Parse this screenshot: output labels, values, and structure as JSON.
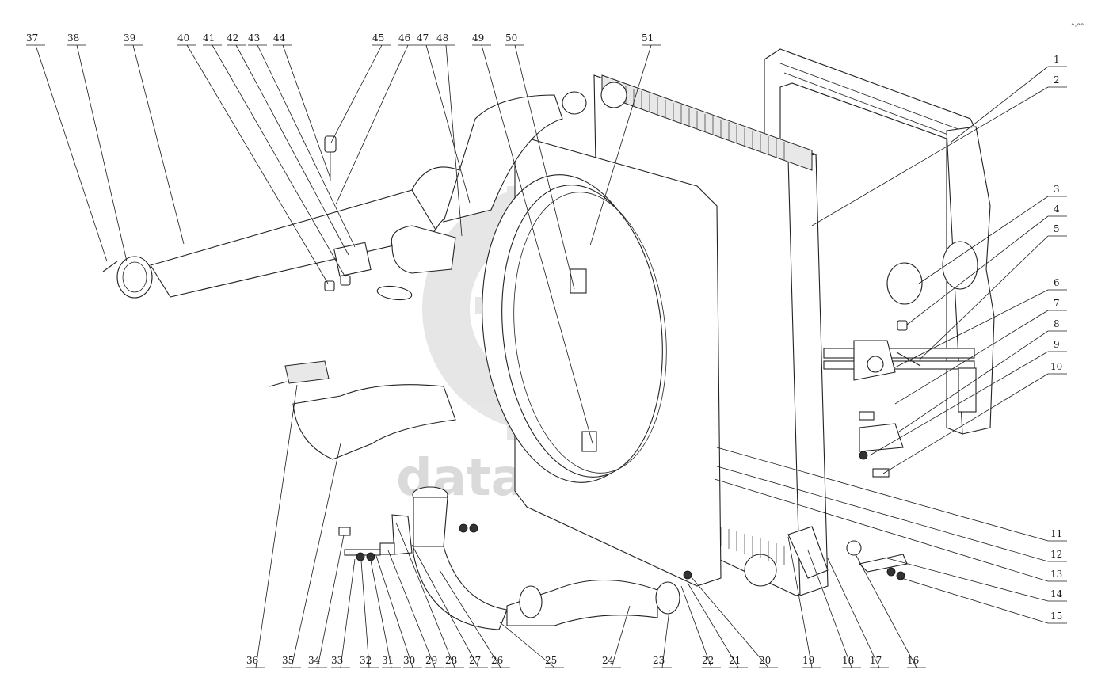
{
  "watermark": {
    "text": "data-parts",
    "color": "#c8c8c8"
  },
  "corner_mark": "°·°°",
  "callouts": [
    "1",
    "2",
    "3",
    "4",
    "5",
    "6",
    "7",
    "8",
    "9",
    "10",
    "11",
    "12",
    "13",
    "14",
    "15",
    "16",
    "17",
    "18",
    "19",
    "20",
    "21",
    "22",
    "23",
    "24",
    "25",
    "26",
    "27",
    "28",
    "29",
    "30",
    "31",
    "32",
    "33",
    "34",
    "35",
    "36",
    "37",
    "38",
    "39",
    "40",
    "41",
    "42",
    "43",
    "44",
    "45",
    "46",
    "47",
    "48",
    "49",
    "50",
    "51"
  ]
}
